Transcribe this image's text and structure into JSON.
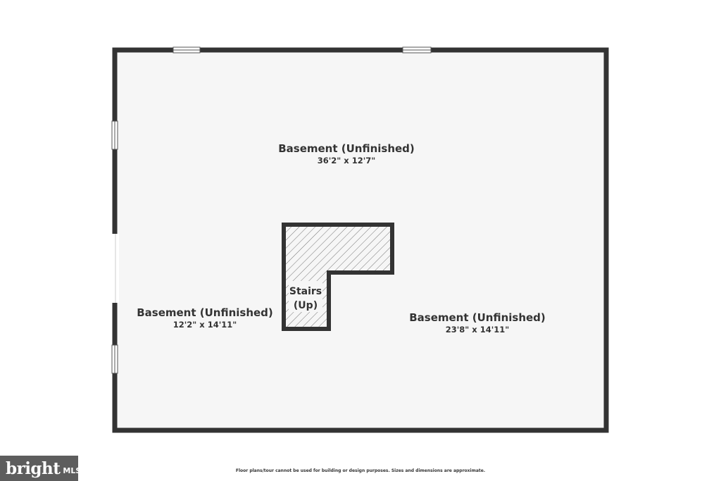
{
  "rooms": [
    {
      "name": "Basement (Unfinished)",
      "dimensions": "36'2\" x 12'7\""
    },
    {
      "name": "Basement (Unfinished)",
      "dimensions": "12'2\" x 14'11\""
    },
    {
      "name": "Basement (Unfinished)",
      "dimensions": "23'8\" x 14'11\""
    }
  ],
  "stairs": {
    "line1": "Stairs",
    "line2": "(Up)"
  },
  "disclaimer": "Floor plans/tour cannot be used for building or design purposes. Sizes and dimensions are approximate.",
  "logo": {
    "word": "bright",
    "suffix": "MLS",
    "accent_color": "#e45a2a"
  },
  "colors": {
    "wall": "#333333",
    "floor": "#f6f6f6",
    "logo_bg": "#5d5d5d"
  }
}
